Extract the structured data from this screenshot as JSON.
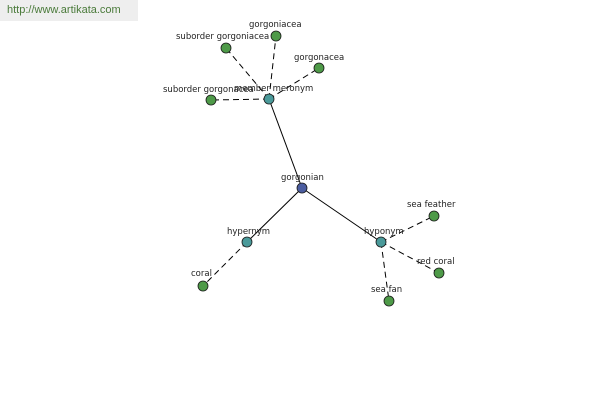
{
  "watermark": {
    "url": "http://www.artikata.com"
  },
  "colors": {
    "root": "#4b5da0",
    "relation": "#4a9a9a",
    "leaf": "#4e9a48",
    "url_text": "#4a7a3a"
  },
  "diagram": {
    "nodes": [
      {
        "id": "gorgonian",
        "label": "gorgonian",
        "kind": "root"
      },
      {
        "id": "member-meronym",
        "label": "member meronym",
        "kind": "relation"
      },
      {
        "id": "hypernym",
        "label": "hypernym",
        "kind": "relation"
      },
      {
        "id": "hyponym",
        "label": "hyponym",
        "kind": "relation"
      },
      {
        "id": "gorgoniacea",
        "label": "gorgoniacea",
        "kind": "leaf"
      },
      {
        "id": "suborder-gorgoniacea",
        "label": "suborder gorgoniacea",
        "kind": "leaf"
      },
      {
        "id": "gorgonacea",
        "label": "gorgonacea",
        "kind": "leaf"
      },
      {
        "id": "suborder-gorgonacea",
        "label": "suborder gorgonacea",
        "kind": "leaf"
      },
      {
        "id": "coral",
        "label": "coral",
        "kind": "leaf"
      },
      {
        "id": "sea-feather",
        "label": "sea feather",
        "kind": "leaf"
      },
      {
        "id": "red-coral",
        "label": "red coral",
        "kind": "leaf"
      },
      {
        "id": "sea-fan",
        "label": "sea fan",
        "kind": "leaf"
      }
    ],
    "edges": [
      {
        "from": "gorgonian",
        "to": "member-meronym",
        "style": "solid"
      },
      {
        "from": "gorgonian",
        "to": "hypernym",
        "style": "solid"
      },
      {
        "from": "gorgonian",
        "to": "hyponym",
        "style": "solid"
      },
      {
        "from": "member-meronym",
        "to": "gorgoniacea",
        "style": "dashed"
      },
      {
        "from": "member-meronym",
        "to": "suborder-gorgoniacea",
        "style": "dashed"
      },
      {
        "from": "member-meronym",
        "to": "gorgonacea",
        "style": "dashed"
      },
      {
        "from": "member-meronym",
        "to": "suborder-gorgonacea",
        "style": "dashed"
      },
      {
        "from": "hypernym",
        "to": "coral",
        "style": "dashed"
      },
      {
        "from": "hyponym",
        "to": "sea-feather",
        "style": "dashed"
      },
      {
        "from": "hyponym",
        "to": "red-coral",
        "style": "dashed"
      },
      {
        "from": "hyponym",
        "to": "sea-fan",
        "style": "dashed"
      }
    ]
  }
}
